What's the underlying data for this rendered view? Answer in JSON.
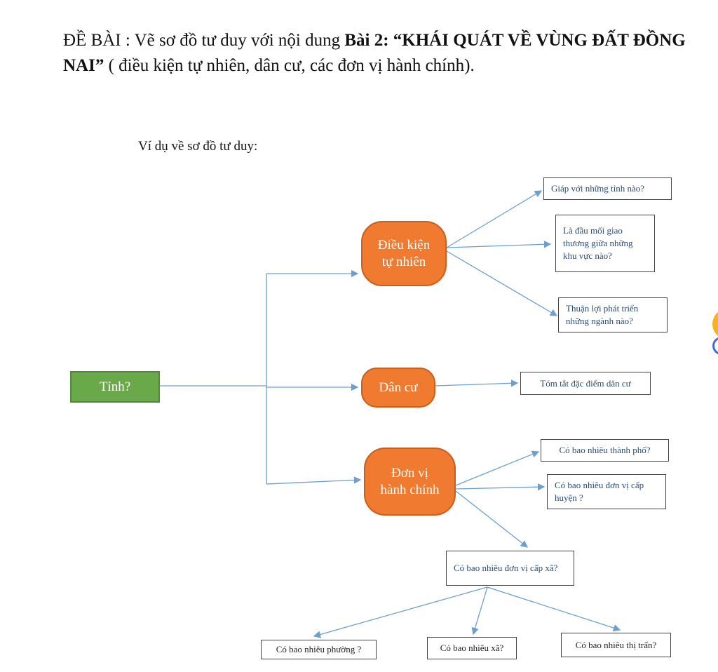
{
  "heading": {
    "prefix": "ĐỀ BÀI : Vẽ sơ đồ tư duy với nội dung ",
    "bold1": "Bài 2:  “KHÁI QUÁT VỀ VÙNG ĐẤT ĐỒNG NAI”",
    "suffix": " ( điều kiện tự nhiên, dân cư, các đơn vị hành chính)."
  },
  "example_label": "Ví dụ về sơ đồ tư duy:",
  "root": "Tỉnh?",
  "branches": {
    "natural": [
      "Điều kiện",
      "tự nhiên"
    ],
    "population": "Dân cư",
    "admin": [
      "Đơn vị",
      "hành chính"
    ]
  },
  "leaves": {
    "neighbors": "Giáp với những tỉnh nào?",
    "trade": "Là đầu mối giao thương giữa những khu vực nào?",
    "industries": "Thuận lợi phát triển những ngành nào?",
    "population_summary": "Tóm tắt đặc điểm dân cư",
    "cities": "Có bao nhiêu thành phố?",
    "districts": "Có bao nhiêu đơn vị cấp huyện ?",
    "communes": "Có bao nhiêu đơn vị cấp xã?",
    "wards": "Có bao nhiêu phường ?",
    "villages": "Có bao nhiêu xã?",
    "towns": "Có bao nhiêu thị trấn?"
  },
  "colors": {
    "root_fill": "#6aa94a",
    "branch_fill": "#ef7a30",
    "connector": "#6a9fd0",
    "leaf_text": "#2b4b74"
  }
}
